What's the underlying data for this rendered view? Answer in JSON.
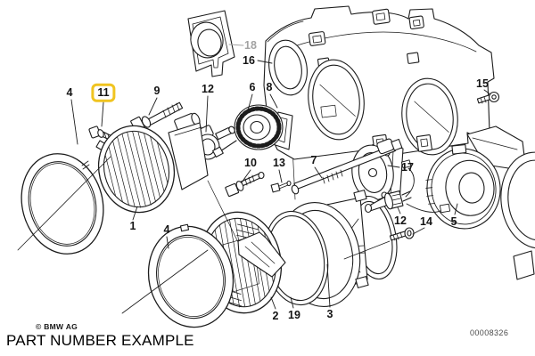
{
  "colors": {
    "line": "#1c1c1c",
    "highlight": "#f0c420",
    "muted_label": "#a2a2a2",
    "background": "#ffffff",
    "doc_number_text": "#4a4a4a"
  },
  "callouts": [
    {
      "label": "4",
      "highlighted": false,
      "muted": false
    },
    {
      "label": "11",
      "highlighted": true,
      "muted": false
    },
    {
      "label": "9",
      "highlighted": false,
      "muted": false
    },
    {
      "label": "12",
      "highlighted": false,
      "muted": false
    },
    {
      "label": "6",
      "highlighted": false,
      "muted": false
    },
    {
      "label": "8",
      "highlighted": false,
      "muted": false
    },
    {
      "label": "18",
      "highlighted": false,
      "muted": true
    },
    {
      "label": "16",
      "highlighted": false,
      "muted": false
    },
    {
      "label": "15",
      "highlighted": false,
      "muted": false
    },
    {
      "label": "10",
      "highlighted": false,
      "muted": false
    },
    {
      "label": "13",
      "highlighted": false,
      "muted": false
    },
    {
      "label": "7",
      "highlighted": false,
      "muted": false
    },
    {
      "label": "17",
      "highlighted": false,
      "muted": false
    },
    {
      "label": "12",
      "highlighted": false,
      "muted": false
    },
    {
      "label": "14",
      "highlighted": false,
      "muted": false
    },
    {
      "label": "5",
      "highlighted": false,
      "muted": false
    },
    {
      "label": "1",
      "highlighted": false,
      "muted": false
    },
    {
      "label": "4",
      "highlighted": false,
      "muted": false
    },
    {
      "label": "2",
      "highlighted": false,
      "muted": false
    },
    {
      "label": "19",
      "highlighted": false,
      "muted": false
    },
    {
      "label": "3",
      "highlighted": false,
      "muted": false
    }
  ],
  "footer": {
    "copyright": "© BMW AG",
    "caption": "PART NUMBER EXAMPLE"
  },
  "diagram": {
    "number": "00008326"
  }
}
